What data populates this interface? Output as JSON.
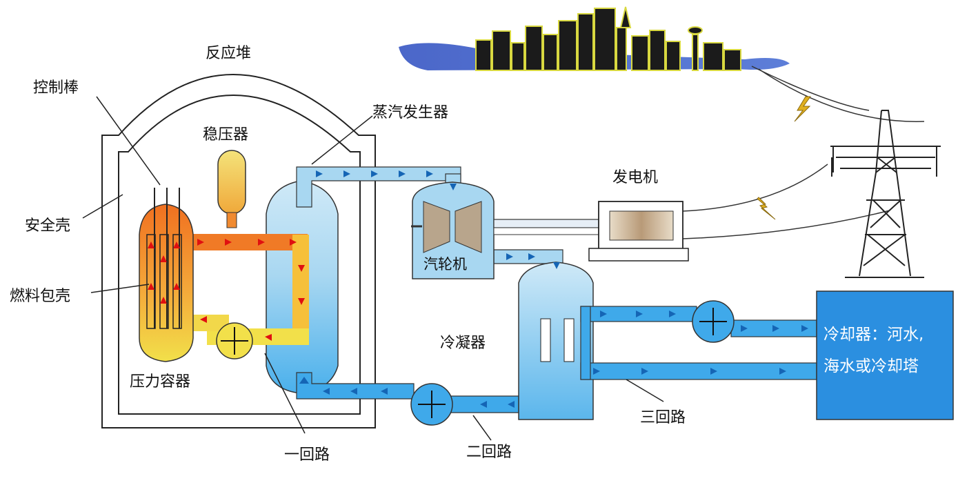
{
  "labels": {
    "reactor": "反应堆",
    "control_rods": "控制棒",
    "pressurizer": "稳压器",
    "steam_generator": "蒸汽发生器",
    "generator": "发电机",
    "containment": "安全壳",
    "fuel_cladding": "燃料包壳",
    "pressure_vessel": "压力容器",
    "turbine": "汽轮机",
    "condenser": "冷凝器",
    "loop1": "一回路",
    "loop2": "二回路",
    "loop3": "三回路",
    "cooler_line1": "冷却器：河水,",
    "cooler_line2": "海水或冷却塔"
  },
  "colors": {
    "primary_hot": "#f07020",
    "primary_core": "#f2c23a",
    "pipe_blue": "#3fa9ea",
    "pipe_blue_dark": "#1f7fc8",
    "cooler_blue": "#2b8fe0",
    "arrow_red": "#e01010",
    "arrow_blue": "#1565b5"
  },
  "icons": [
    "pump-icon",
    "lightning-icon",
    "city-skyline-icon",
    "pylon-icon",
    "turbine-icon",
    "generator-icon"
  ]
}
